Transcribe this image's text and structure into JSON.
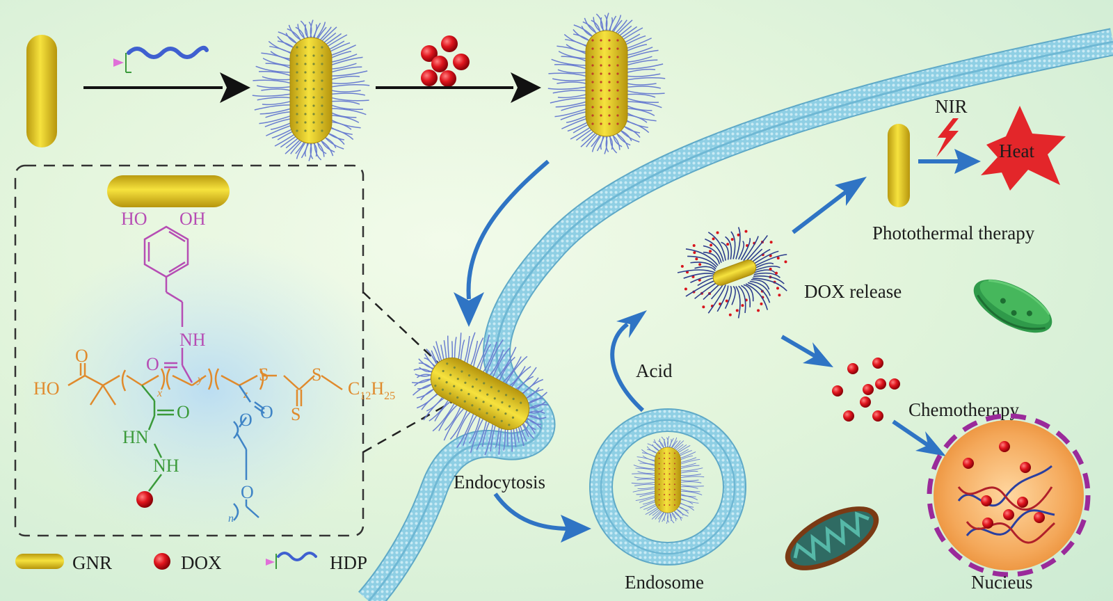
{
  "labels": {
    "nir": "NIR",
    "heat": "Heat",
    "photothermal": "Photothermal therapy",
    "dox_release": "DOX release",
    "acid": "Acid",
    "chemotherapy": "Chemotherapy",
    "endocytosis": "Endocytosis",
    "endosome": "Endosome",
    "nucleus": "Nucieus"
  },
  "legend": [
    {
      "symbol": "gold-nanorod",
      "label": "GNR"
    },
    {
      "symbol": "red-dot",
      "label": "DOX"
    },
    {
      "symbol": "polymer-chain",
      "label": "HDP"
    }
  ],
  "structure": {
    "ho_1": "HO",
    "oh_1": "OH",
    "nh_amide": "NH",
    "o_amide": "O",
    "o_acid": "O",
    "ho_acid": "HO",
    "x": "x",
    "y": "y",
    "z": "z",
    "o_hydrazide": "O",
    "hn": "HN",
    "nh": "NH",
    "o_ester": "O",
    "o_ether": "O",
    "o_ring": "O",
    "n": "n",
    "s1": "S",
    "s2": "S",
    "s3": "S",
    "c12": "C",
    "c12_sub": "12",
    "h25": "H",
    "h25_sub": "25"
  },
  "colors": {
    "gold": "#e8cf2a",
    "membrane": "#8fd0e6",
    "arrow_blue": "#2f74c4",
    "dox_red": "#d8141c",
    "catechol": "#b64db4",
    "backbone": "#e08a2c",
    "hydrazide": "#3b9a3a",
    "peg": "#3f84c6",
    "heat": "#e3262a"
  }
}
